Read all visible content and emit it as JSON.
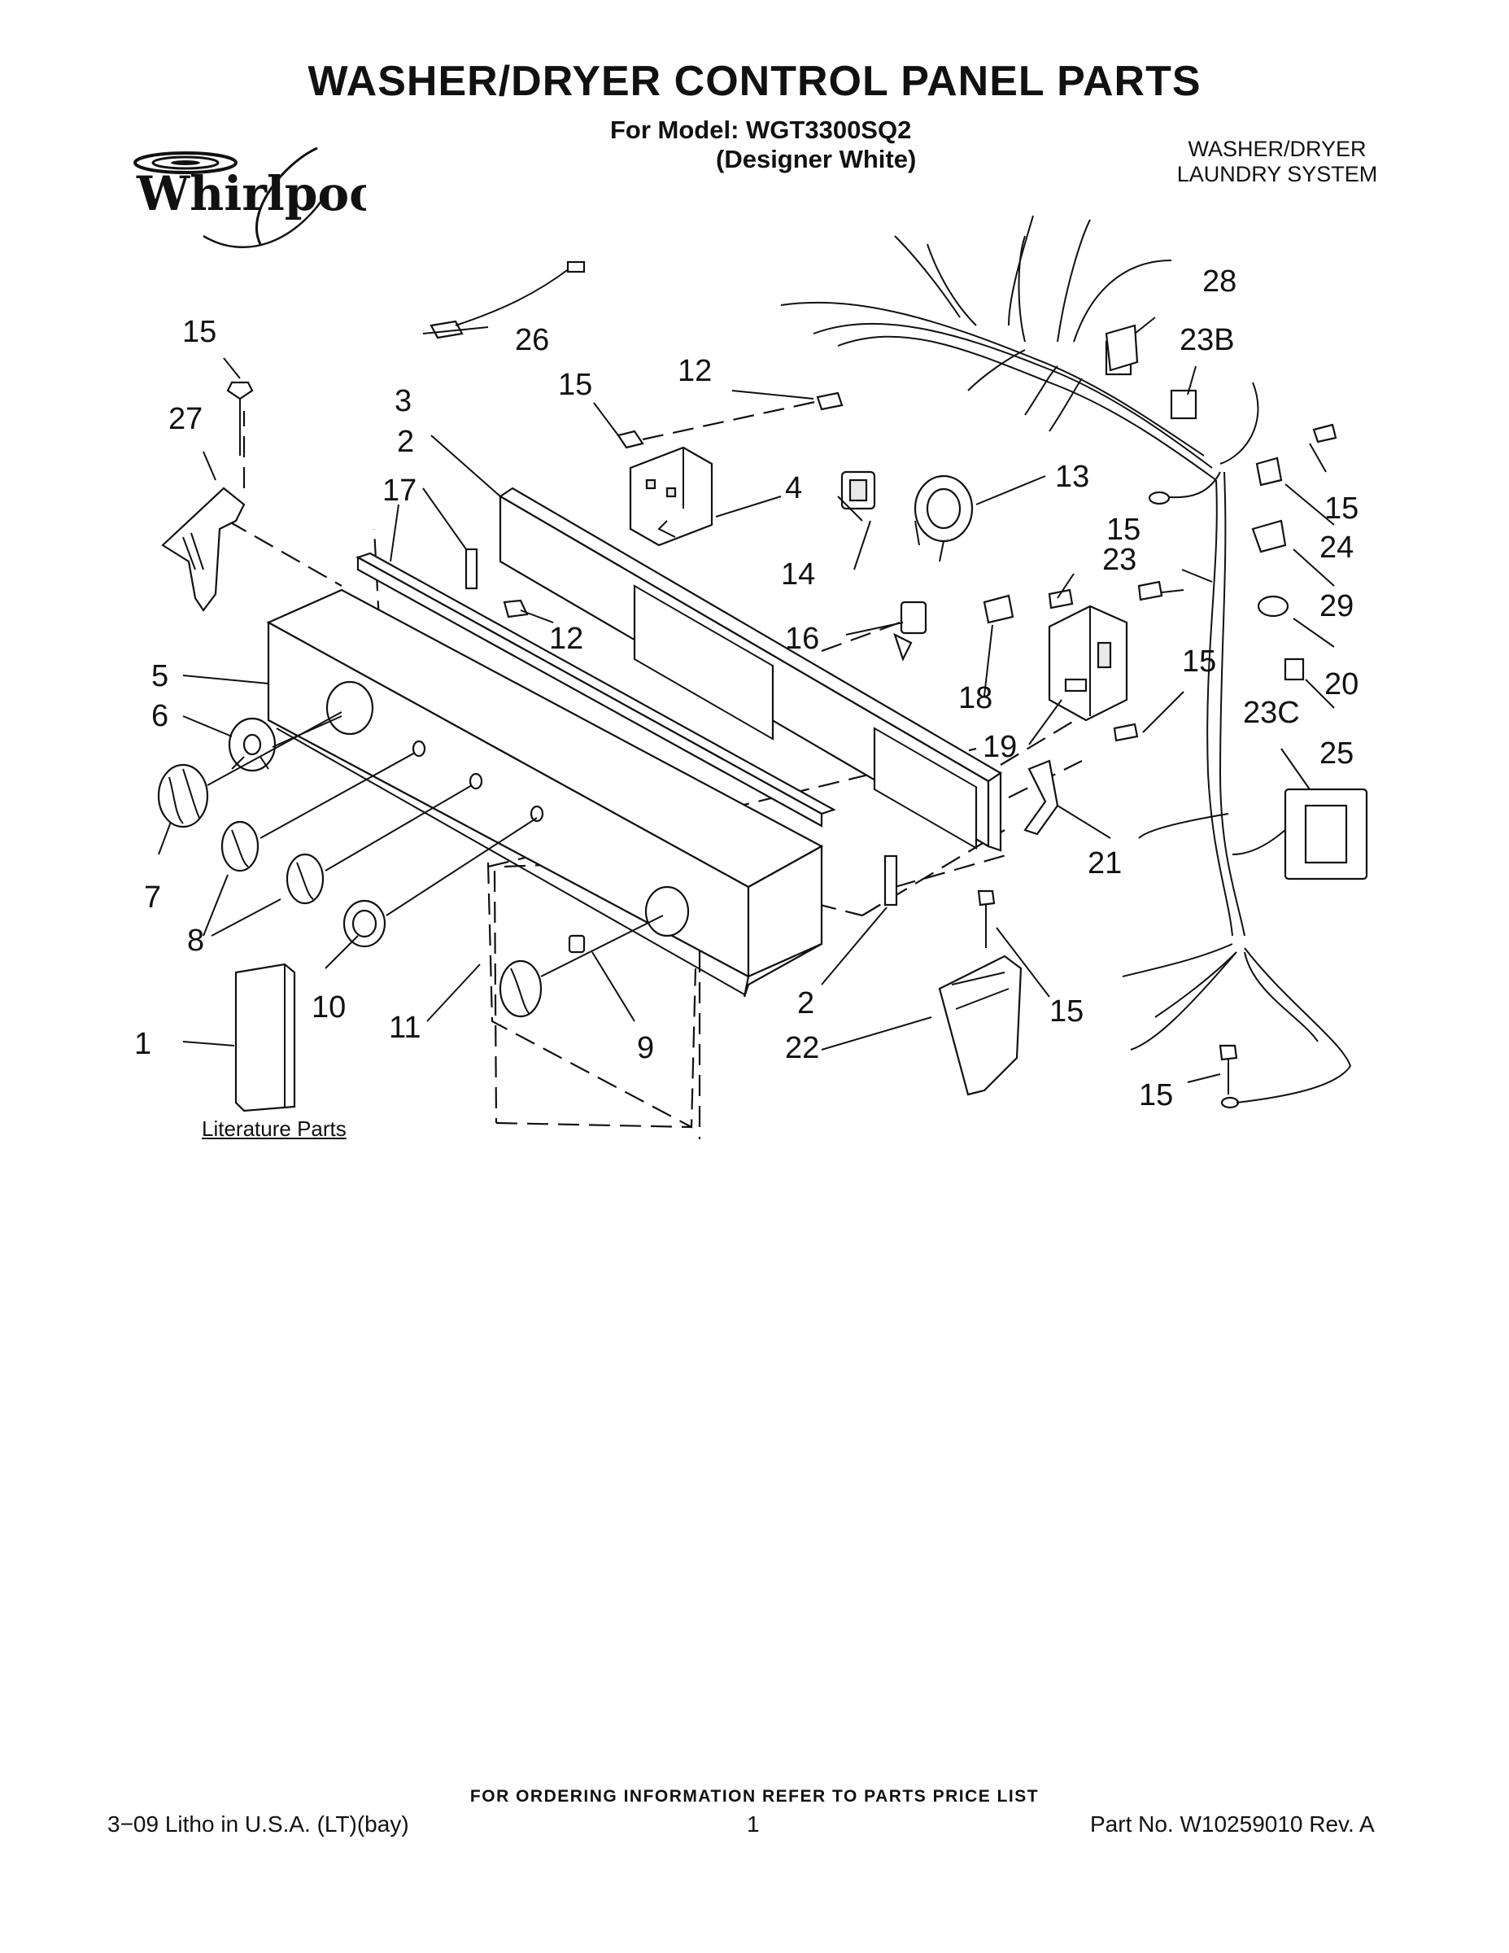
{
  "header": {
    "title": "WASHER/DRYER CONTROL PANEL PARTS",
    "model": "For Model: WGT3300SQ2",
    "model_variant": "(Designer White)",
    "system_line1": "WASHER/DRYER",
    "system_line2": "LAUNDRY SYSTEM",
    "brand": "Whirlpool"
  },
  "literature_label": "Literature Parts",
  "callouts": {
    "c1": "1",
    "c2a": "2",
    "c2b": "2",
    "c3": "3",
    "c4": "4",
    "c5": "5",
    "c6": "6",
    "c7": "7",
    "c8": "8",
    "c9": "9",
    "c10": "10",
    "c11": "11",
    "c12a": "12",
    "c12b": "12",
    "c13": "13",
    "c14": "14",
    "c15a": "15",
    "c15b": "15",
    "c15c": "15",
    "c15d": "15",
    "c15e": "15",
    "c15f": "15",
    "c15g": "15",
    "c16": "16",
    "c17": "17",
    "c18": "18",
    "c19": "19",
    "c20": "20",
    "c21": "21",
    "c22": "22",
    "c23": "23",
    "c23b": "23B",
    "c23c": "23C",
    "c24": "24",
    "c25": "25",
    "c26": "26",
    "c27": "27",
    "c28": "28",
    "c29": "29"
  },
  "footer": {
    "ordering": "FOR ORDERING INFORMATION REFER TO PARTS PRICE LIST",
    "litho": "3−09 Litho in U.S.A. (LT)(bay)",
    "page": "1",
    "part_no": "Part No. W10259010 Rev. A"
  }
}
